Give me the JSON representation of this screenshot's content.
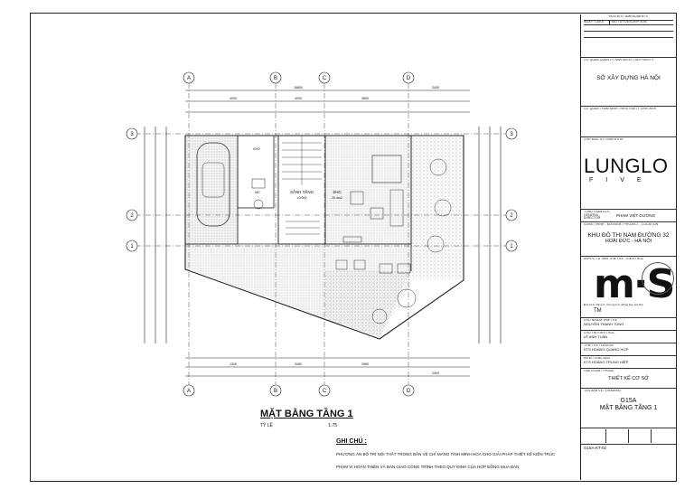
{
  "revisions": {
    "header": "SỬA ĐỔI / AMENDMENTS",
    "col1": "NGÀY / DATE",
    "col2": "MÔ TẢ / DESCRIPTION"
  },
  "authority": {
    "label": "CƠ QUAN QUẢN LÝ NHÀ NƯỚC / AUTHORITY",
    "value": "SỞ XÂY DỰNG HÀ NỘI"
  },
  "third_party": {
    "label": "CƠ QUAN THẨM ĐỊNH THIRD PARTY CHECKER"
  },
  "investor": {
    "label": "CHỦ ĐẦU TƯ / INVESTOR",
    "logo_main": "LUNGLO",
    "logo_sub": "FIVE"
  },
  "represent": {
    "label": "TỔNG GIÁM ĐỐC GENERAL DIRECTOR",
    "value": "PHẠM VIỆT DƯƠNG"
  },
  "project": {
    "label": "CÔNG TRÌNH - ĐỊA ĐIỂM / PROJECT - LOCATION",
    "line1": "KHU ĐÔ THỊ NAM ĐƯỜNG 32",
    "line2": "HOÀI ĐỨC - HÀ NỘI"
  },
  "consultant": {
    "label": "ĐƠN VỊ TƯ VẤN THIẾT KẾ - KIẾN TRÚC",
    "logo": "m·S",
    "tm": "TM",
    "address": "ĐỊA CHỈ: Tầng 6, Chung Cư, Đống Đa, Hà Nội"
  },
  "signatures": [
    {
      "label": "CHỦ NHIỆM THIẾT KẾ",
      "value": "NGUYỄN THANH TÙNG"
    },
    {
      "label": "CHỦ TRÌ KIẾN TRÚC",
      "value": "LÊ ANH TUẤN"
    },
    {
      "label": "THIẾT KẾ / DESIGN",
      "value": "KTS.HOÀNG QUANG HỢP"
    },
    {
      "label": "KIỂM / CHECKED",
      "value": "KTS.HOÀNG TRUNG HIỆP"
    }
  ],
  "phase": {
    "label": "GIAI ĐOẠN / PHASE",
    "value": "THIẾT KẾ CƠ SỞ"
  },
  "drawing": {
    "label": "TÊN BẢN VẼ / DRAWING",
    "code": "G15A",
    "name": "MẶT BẰNG TẦNG 1",
    "sheet_no": "G15A-KT-02"
  },
  "plan": {
    "title": "MẶT BẰNG TẦNG 1",
    "scale_label": "TỶ LỆ",
    "scale": "1:75",
    "notes_title": "GHI CHÚ :",
    "note1": "PHƯƠNG ÁN BỐ TRÍ NỘI THẤT TRONG BẢN VẼ CHỈ MANG TÍNH MINH HỌA CHO GIẢI PHÁP THIẾT KẾ KIẾN TRÚC",
    "note2": "PHẠM VI HOÀN THIỆN VÀ BÀN GIAO CÔNG TRÌNH THEO QUY ĐỊNH CỦA HỢP ĐỒNG MUA BÁN",
    "grid_cols": [
      "A",
      "B",
      "C",
      "D"
    ],
    "grid_rows": [
      "3",
      "2",
      "1"
    ],
    "dims_top": [
      "16800",
      "4000",
      "4000",
      "3850",
      "2400"
    ],
    "dims_bottom": [
      "1300",
      "3460",
      "3960",
      "2400"
    ],
    "room_stair": "SẢNH TẦNG",
    "room_stair_level": "±0.000",
    "room_living": "SHC",
    "room_living_area": "20.4m2",
    "room_wc": "WC",
    "room_kho": "KHO"
  }
}
